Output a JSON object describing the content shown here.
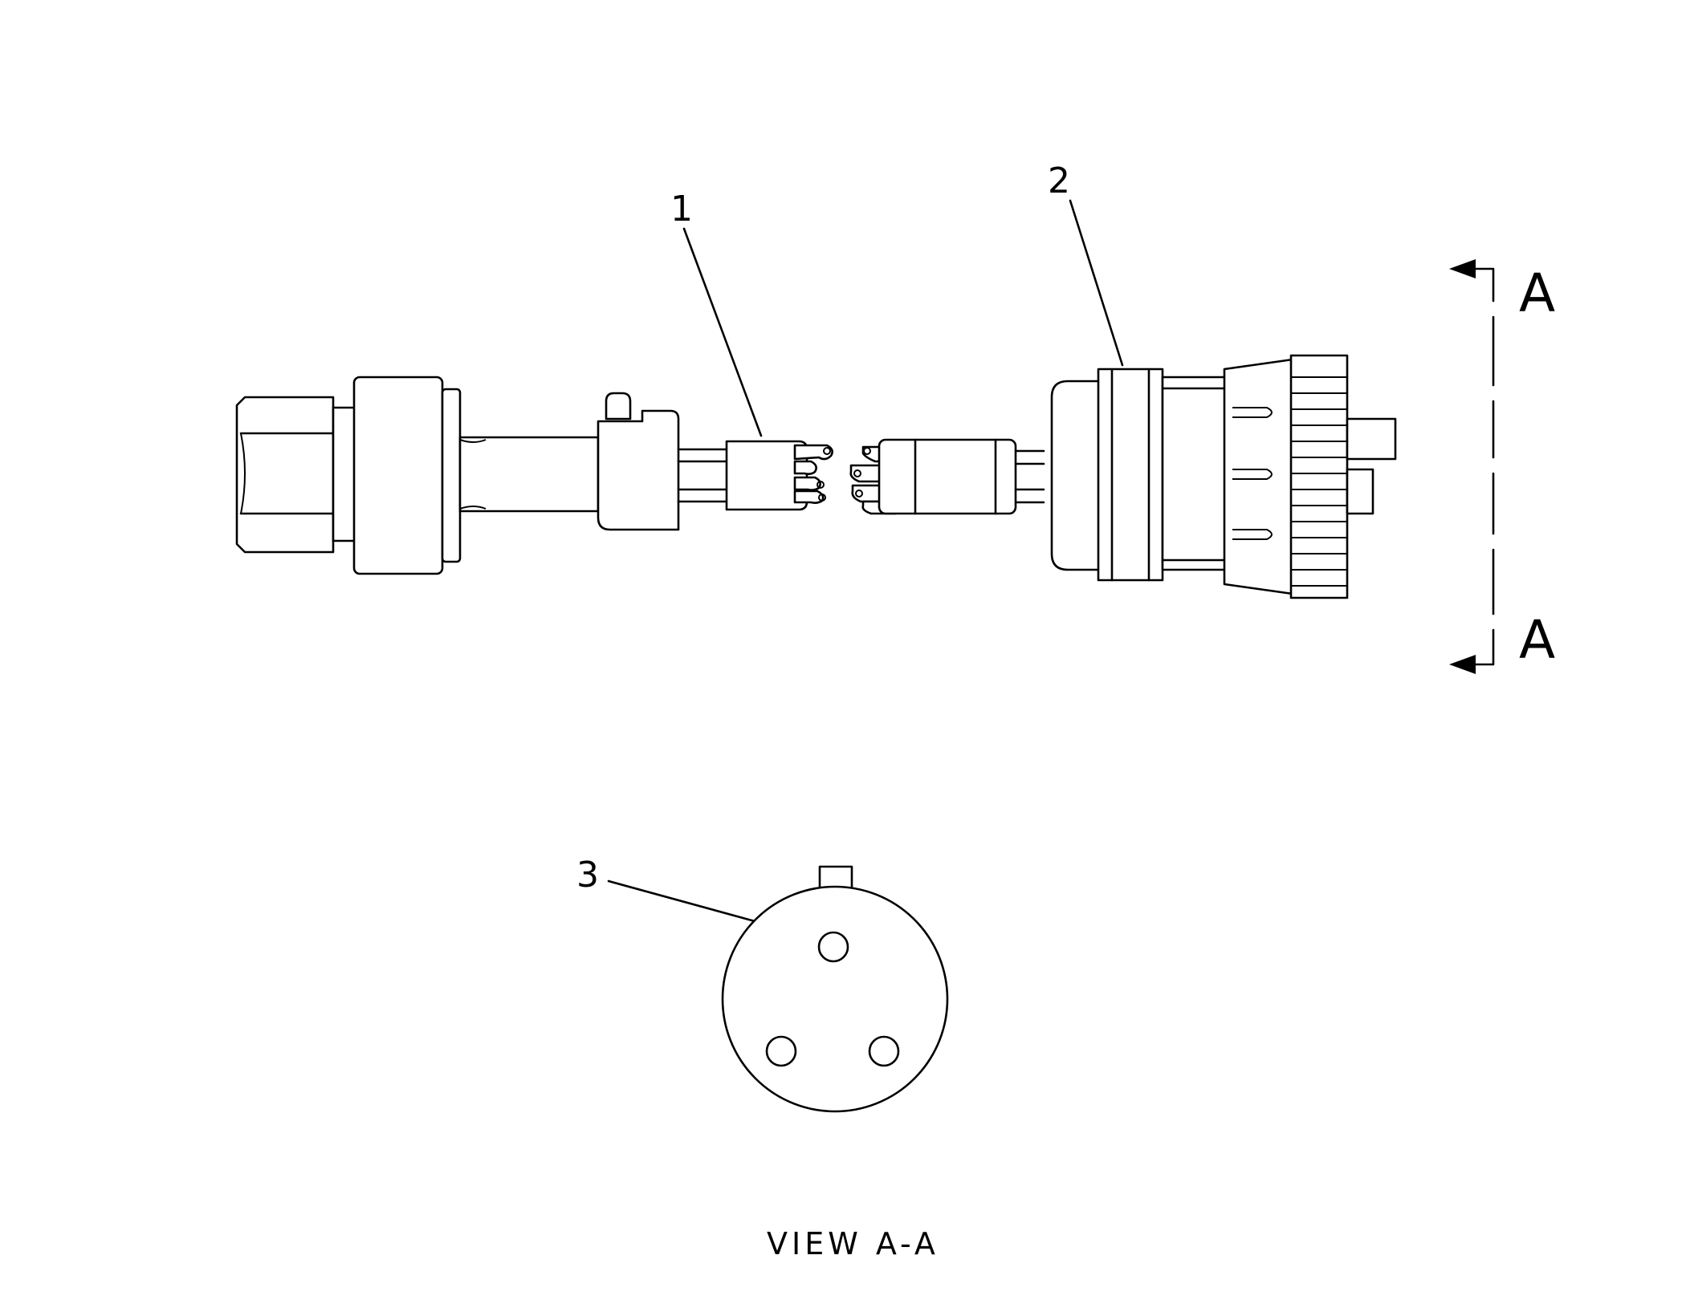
{
  "callouts": {
    "c1": "1",
    "c2": "2",
    "c3": "3"
  },
  "section_marker": {
    "top": "A",
    "bottom": "A"
  },
  "caption": "VIEW A-A"
}
